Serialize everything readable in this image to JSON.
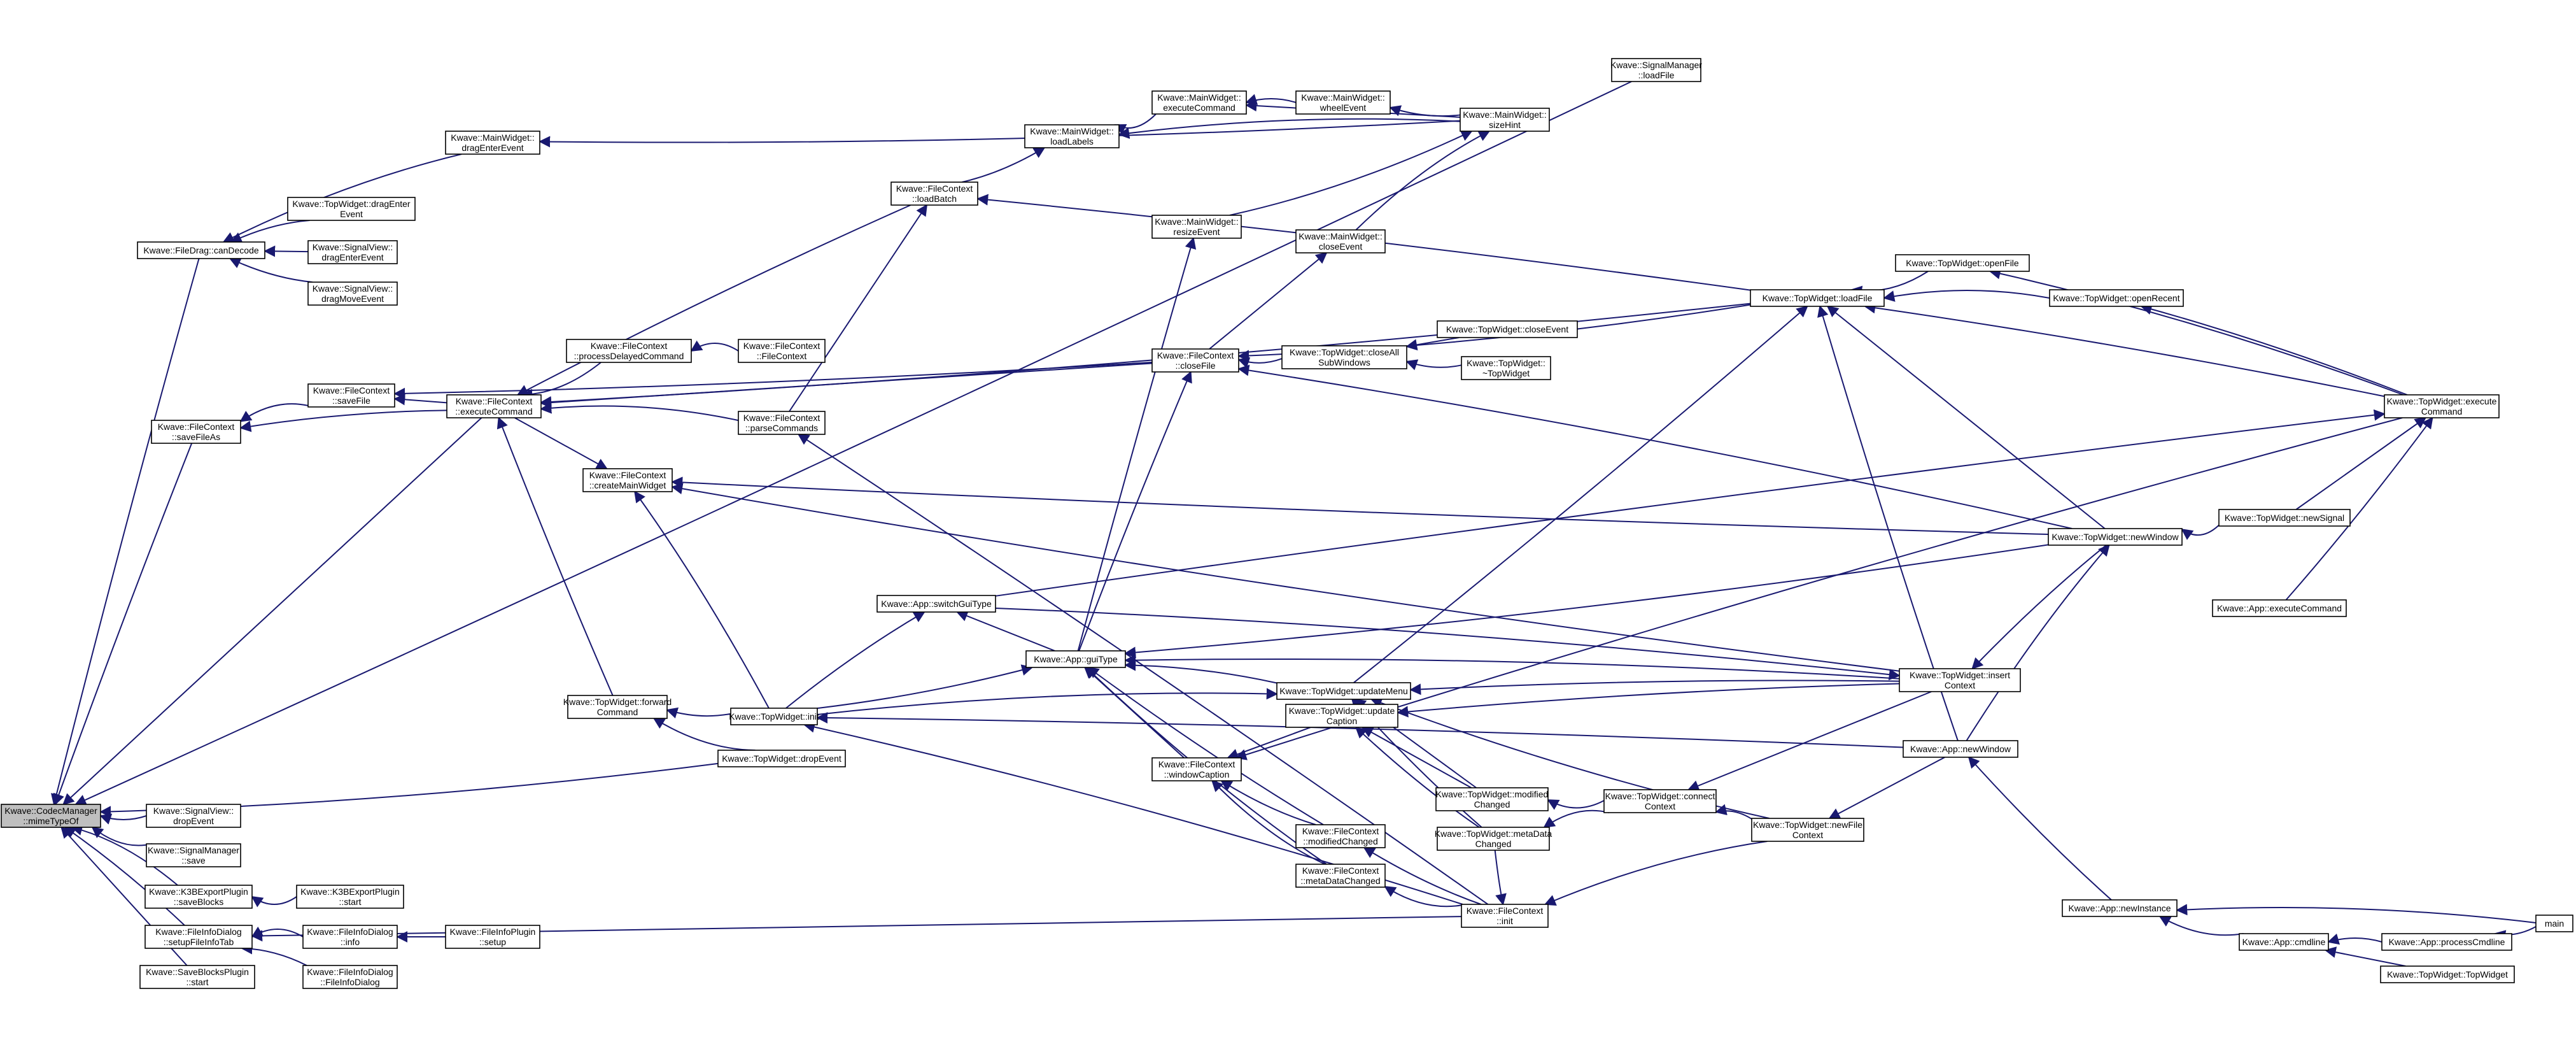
{
  "diagram": {
    "type": "call-graph",
    "colors": {
      "edge": "#191970",
      "node_fill": "#ffffff",
      "root_fill": "#bfbfbf",
      "node_border": "#000000"
    },
    "nodes": [
      {
        "id": "root",
        "lines": [
          "Kwave::CodecManager",
          "::mimeTypeOf"
        ],
        "root": true
      },
      {
        "id": "filedrag",
        "lines": [
          "Kwave::FileDrag::canDecode"
        ]
      },
      {
        "id": "mw_dragenter",
        "lines": [
          "Kwave::MainWidget::",
          "dragEnterEvent"
        ]
      },
      {
        "id": "tw_dragenter",
        "lines": [
          "Kwave::TopWidget::dragEnter",
          "Event"
        ]
      },
      {
        "id": "sv_dragenter",
        "lines": [
          "Kwave::SignalView::",
          "dragEnterEvent"
        ]
      },
      {
        "id": "sv_dragmove",
        "lines": [
          "Kwave::SignalView::",
          "dragMoveEvent"
        ]
      },
      {
        "id": "fc_savefileas",
        "lines": [
          "Kwave::FileContext",
          "::saveFileAs"
        ]
      },
      {
        "id": "fc_savefile",
        "lines": [
          "Kwave::FileContext",
          "::saveFile"
        ]
      },
      {
        "id": "fc_execcmd",
        "lines": [
          "Kwave::FileContext",
          "::executeCommand"
        ]
      },
      {
        "id": "fc_procdelayed",
        "lines": [
          "Kwave::FileContext",
          "::processDelayedCommand"
        ]
      },
      {
        "id": "fc_fc",
        "lines": [
          "Kwave::FileContext",
          "::FileContext"
        ]
      },
      {
        "id": "fc_createmw",
        "lines": [
          "Kwave::FileContext",
          "::createMainWidget"
        ]
      },
      {
        "id": "fc_parsecmds",
        "lines": [
          "Kwave::FileContext",
          "::parseCommands"
        ]
      },
      {
        "id": "fc_loadbatch",
        "lines": [
          "Kwave::FileContext",
          "::loadBatch"
        ]
      },
      {
        "id": "mw_loadlabels",
        "lines": [
          "Kwave::MainWidget::",
          "loadLabels"
        ]
      },
      {
        "id": "mw_execcmd",
        "lines": [
          "Kwave::MainWidget::",
          "executeCommand"
        ]
      },
      {
        "id": "mw_wheel",
        "lines": [
          "Kwave::MainWidget::",
          "wheelEvent"
        ]
      },
      {
        "id": "mw_sizehint",
        "lines": [
          "Kwave::MainWidget::",
          "sizeHint"
        ]
      },
      {
        "id": "mw_resize",
        "lines": [
          "Kwave::MainWidget::",
          "resizeEvent"
        ]
      },
      {
        "id": "mw_close",
        "lines": [
          "Kwave::MainWidget::",
          "closeEvent"
        ]
      },
      {
        "id": "fc_closefile",
        "lines": [
          "Kwave::FileContext",
          "::closeFile"
        ]
      },
      {
        "id": "tw_closeall",
        "lines": [
          "Kwave::TopWidget::closeAll",
          "SubWindows"
        ]
      },
      {
        "id": "tw_closeevent",
        "lines": [
          "Kwave::TopWidget::closeEvent"
        ]
      },
      {
        "id": "tw_dtor",
        "lines": [
          "Kwave::TopWidget::",
          "~TopWidget"
        ]
      },
      {
        "id": "sm_loadfile",
        "lines": [
          "Kwave::SignalManager",
          "::loadFile"
        ]
      },
      {
        "id": "tw_loadfile",
        "lines": [
          "Kwave::TopWidget::loadFile"
        ]
      },
      {
        "id": "tw_openfile",
        "lines": [
          "Kwave::TopWidget::openFile"
        ]
      },
      {
        "id": "tw_openrecent",
        "lines": [
          "Kwave::TopWidget::openRecent"
        ]
      },
      {
        "id": "tw_execcmd",
        "lines": [
          "Kwave::TopWidget::execute",
          "Command"
        ]
      },
      {
        "id": "tw_newwindow",
        "lines": [
          "Kwave::TopWidget::newWindow"
        ]
      },
      {
        "id": "tw_newsignal",
        "lines": [
          "Kwave::TopWidget::newSignal"
        ]
      },
      {
        "id": "app_execcmd",
        "lines": [
          "Kwave::App::executeCommand"
        ]
      },
      {
        "id": "app_switchgui",
        "lines": [
          "Kwave::App::switchGuiType"
        ]
      },
      {
        "id": "app_guitype",
        "lines": [
          "Kwave::App::guiType"
        ]
      },
      {
        "id": "tw_updatemenu",
        "lines": [
          "Kwave::TopWidget::updateMenu"
        ]
      },
      {
        "id": "tw_insertctx",
        "lines": [
          "Kwave::TopWidget::insert",
          "Context"
        ]
      },
      {
        "id": "app_newwindow",
        "lines": [
          "Kwave::App::newWindow"
        ]
      },
      {
        "id": "tw_fwdcmd",
        "lines": [
          "Kwave::TopWidget::forward",
          "Command"
        ]
      },
      {
        "id": "tw_init",
        "lines": [
          "Kwave::TopWidget::init"
        ]
      },
      {
        "id": "tw_dropevent",
        "lines": [
          "Kwave::TopWidget::dropEvent"
        ]
      },
      {
        "id": "fc_wincaption",
        "lines": [
          "Kwave::FileContext",
          "::windowCaption"
        ]
      },
      {
        "id": "tw_updcaption",
        "lines": [
          "Kwave::TopWidget::update",
          "Caption"
        ]
      },
      {
        "id": "tw_modchanged",
        "lines": [
          "Kwave::TopWidget::modified",
          "Changed"
        ]
      },
      {
        "id": "tw_connectctx",
        "lines": [
          "Kwave::TopWidget::connect",
          "Context"
        ]
      },
      {
        "id": "tw_metachanged",
        "lines": [
          "Kwave::TopWidget::metaData",
          "Changed"
        ]
      },
      {
        "id": "tw_newfilectx",
        "lines": [
          "Kwave::TopWidget::newFile",
          "Context"
        ]
      },
      {
        "id": "fc_modchanged",
        "lines": [
          "Kwave::FileContext",
          "::modifiedChanged"
        ]
      },
      {
        "id": "fc_metachanged",
        "lines": [
          "Kwave::FileContext",
          "::metaDataChanged"
        ]
      },
      {
        "id": "fc_init",
        "lines": [
          "Kwave::FileContext",
          "::init"
        ]
      },
      {
        "id": "app_newinstance",
        "lines": [
          "Kwave::App::newInstance"
        ]
      },
      {
        "id": "app_cmdline",
        "lines": [
          "Kwave::App::cmdline"
        ]
      },
      {
        "id": "app_processcmd",
        "lines": [
          "Kwave::App::processCmdline"
        ]
      },
      {
        "id": "tw_topwidget",
        "lines": [
          "Kwave::TopWidget::TopWidget"
        ]
      },
      {
        "id": "main",
        "lines": [
          "main"
        ]
      },
      {
        "id": "sv_dropevent",
        "lines": [
          "Kwave::SignalView::",
          "dropEvent"
        ]
      },
      {
        "id": "sm_save",
        "lines": [
          "Kwave::SignalManager",
          "::save"
        ]
      },
      {
        "id": "k3b_saveblocks",
        "lines": [
          "Kwave::K3BExportPlugin",
          "::saveBlocks"
        ]
      },
      {
        "id": "k3b_start",
        "lines": [
          "Kwave::K3BExportPlugin",
          "::start"
        ]
      },
      {
        "id": "fid_setup",
        "lines": [
          "Kwave::FileInfoDialog",
          "::setupFileInfoTab"
        ]
      },
      {
        "id": "fid_info",
        "lines": [
          "Kwave::FileInfoDialog",
          "::info"
        ]
      },
      {
        "id": "fip_setup",
        "lines": [
          "Kwave::FileInfoPlugin",
          "::setup"
        ]
      },
      {
        "id": "fid_ctor",
        "lines": [
          "Kwave::FileInfoDialog",
          "::FileInfoDialog"
        ]
      },
      {
        "id": "sbp_start",
        "lines": [
          "Kwave::SaveBlocksPlugin",
          "::start"
        ]
      }
    ]
  }
}
